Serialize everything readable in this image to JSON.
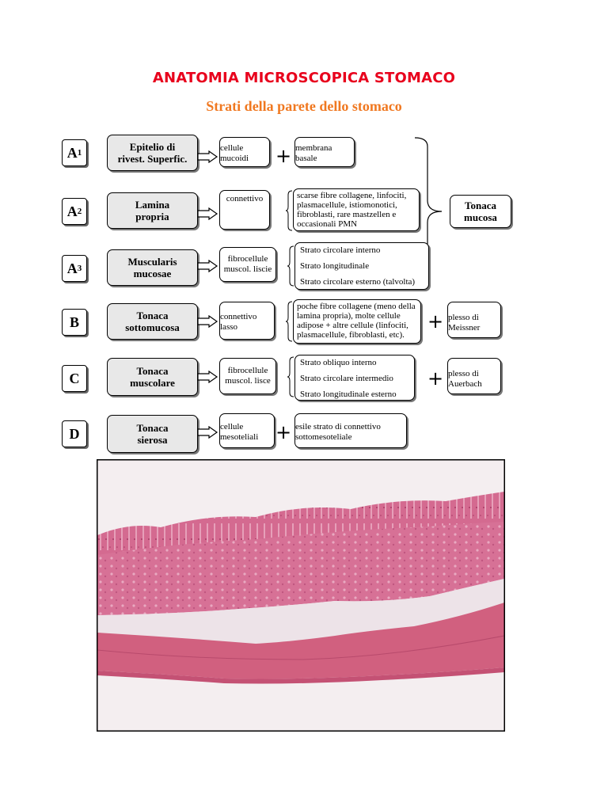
{
  "title": "ANATOMIA MICROSCOPICA STOMACO",
  "subtitle": "Strati della parete dello stomaco",
  "rows": [
    {
      "letter": "A",
      "sub": "1",
      "layer": [
        "Epitelio di",
        "rivest. Superfic."
      ],
      "cell": [
        "cellule",
        "mucoidi"
      ],
      "extra": [
        "membrana",
        "basale"
      ]
    },
    {
      "letter": "A",
      "sub": "2",
      "layer": [
        "Lamina",
        "propria"
      ],
      "cell": [
        "connettivo"
      ],
      "desc": "scarse fibre collagene, linfociti, plasmacellule, istiomonotici, fibroblasti, rare mastzellen e occasionali PMN"
    },
    {
      "letter": "A",
      "sub": "3",
      "layer": [
        "Muscularis",
        "mucosae"
      ],
      "cell": [
        "fibrocellule",
        "muscol. liscie"
      ],
      "list": [
        "Strato circolare interno",
        "Strato longitudinale",
        "Strato circolare esterno (talvolta)"
      ]
    },
    {
      "letter": "B",
      "sub": "",
      "layer": [
        "Tonaca",
        "sottomucosa"
      ],
      "cell": [
        "connettivo",
        "lasso"
      ],
      "desc": "poche fibre collagene (meno della lamina propria), molte cellule adipose + altre cellule (linfociti, plasmacellule, fibroblasti, etc).",
      "plexus": [
        "plesso di",
        "Meissner"
      ]
    },
    {
      "letter": "C",
      "sub": "",
      "layer": [
        "Tonaca",
        "muscolare"
      ],
      "cell": [
        "fibrocellule",
        "muscol. lisce"
      ],
      "list": [
        "Strato obliquo interno",
        "Strato circolare intermedio",
        "Strato longitudinale esterno"
      ],
      "plexus": [
        "plesso di",
        "Auerbach"
      ]
    },
    {
      "letter": "D",
      "sub": "",
      "layer": [
        "Tonaca",
        "sierosa"
      ],
      "cell": [
        "cellule",
        "mesoteliali"
      ],
      "extra_text": [
        "esile strato di connettivo",
        "sottomesoteliale"
      ]
    }
  ],
  "tonaca_mucosa": [
    "Tonaca",
    "mucosa"
  ],
  "plus_symbol": "+",
  "colors": {
    "title": "#e8001c",
    "subtitle": "#f07820",
    "layer_fill": "#e8e8e8",
    "tissue_pink": "#d9567e"
  }
}
